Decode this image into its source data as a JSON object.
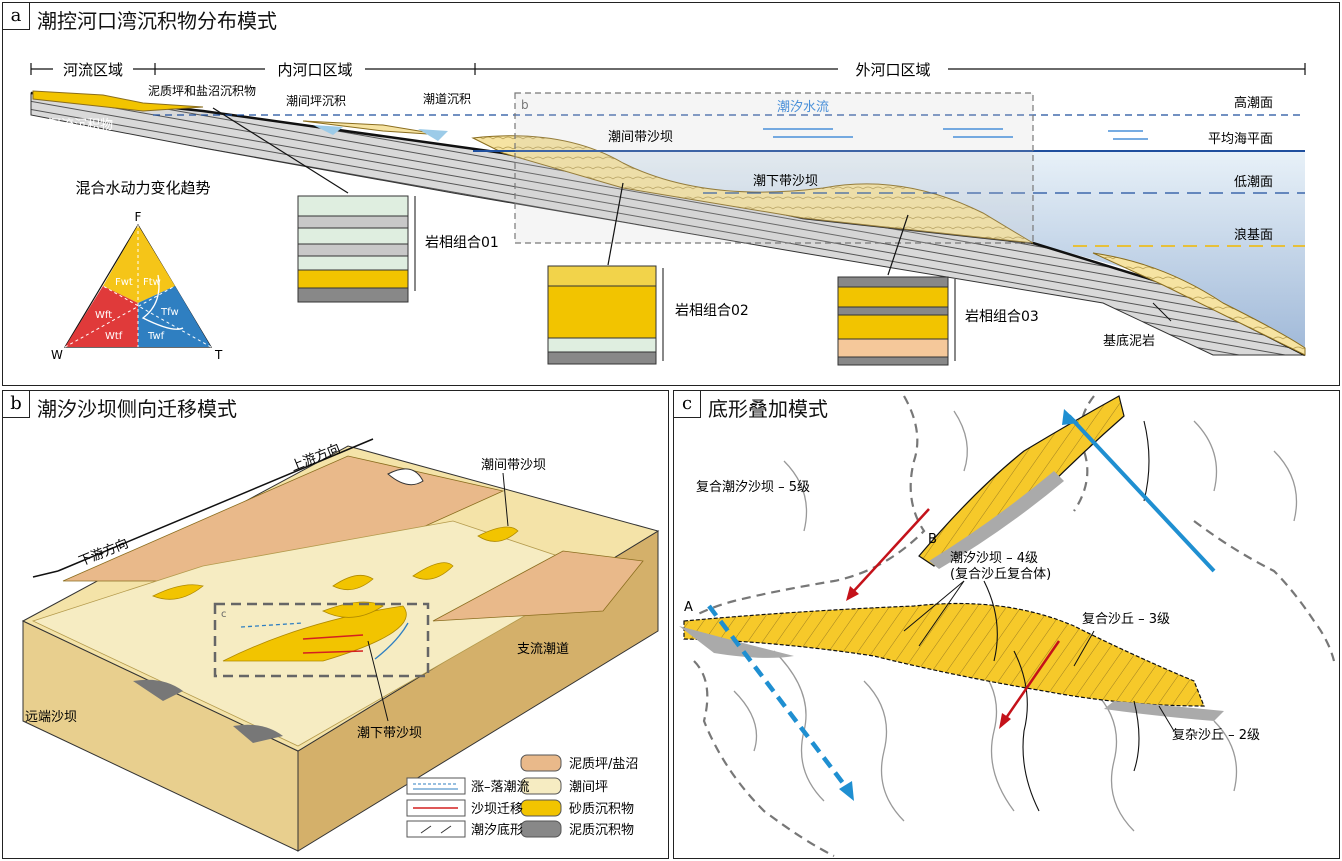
{
  "panel_a": {
    "letter": "a",
    "title": "潮控河口湾沉积物分布模式",
    "zones": [
      "河流区域",
      "内河口区域",
      "外河口区域"
    ],
    "labels": {
      "mud_flat": "泥质坪和盐沼沉积物",
      "intertidal_flat": "潮间坪沉积",
      "tidal_channel": "潮道沉积",
      "river_deposit": "河流沉积物",
      "tidal_current": "潮汐水流",
      "intertidal_bar": "潮间带沙坝",
      "subtidal_bar": "潮下带沙坝",
      "basement": "基底泥岩",
      "inset_letter": "b"
    },
    "levels": [
      "高潮面",
      "平均海平面",
      "低潮面",
      "浪基面"
    ],
    "triangle": {
      "title": "混合水动力变化趋势",
      "vertices": [
        "F",
        "W",
        "T"
      ],
      "regions": [
        "Fwt",
        "Ftw",
        "Wft",
        "Tfw",
        "Wtf",
        "Twf"
      ],
      "colors": {
        "fluvial": "#f5c518",
        "wave": "#e03a3a",
        "tide": "#2f7fc1"
      }
    },
    "assemblages": [
      "岩相组合01",
      "岩相组合02",
      "岩相组合03"
    ]
  },
  "panel_b": {
    "letter": "b",
    "title": "潮汐沙坝侧向迁移模式",
    "labels": {
      "upstream": "上游方向",
      "downstream": "下游方向",
      "intertidal_bar": "潮间带沙坝",
      "distributary": "支流潮道",
      "distal_bar": "远端沙坝",
      "subtidal_bar": "潮下带沙坝",
      "inset_letter": "c"
    },
    "legend": [
      {
        "icon": "flow-arrow-icon",
        "label": "涨–落潮流"
      },
      {
        "icon": "mud-marsh-swatch",
        "label": "泥质坪/盐沼"
      },
      {
        "icon": "migration-arrow-icon",
        "label": "沙坝迁移"
      },
      {
        "icon": "intertidal-swatch",
        "label": "潮间坪"
      },
      {
        "icon": "bedform-icon",
        "label": "潮汐底形"
      },
      {
        "icon": "sand-swatch",
        "label": "砂质沉积物"
      },
      {
        "icon": "mud-swatch",
        "label": "泥质沉积物"
      }
    ]
  },
  "panel_c": {
    "letter": "c",
    "title": "底形叠加模式",
    "labels": {
      "compound_bar": "复合潮汐沙坝 – 5级",
      "tidal_bar": "潮汐沙坝 – 4级",
      "tidal_bar_sub": "(复合沙丘复合体)",
      "compound_dune": "复合沙丘 – 3级",
      "complex_dune": "复杂沙丘 – 2级",
      "point_a": "A",
      "point_b": "B"
    }
  }
}
